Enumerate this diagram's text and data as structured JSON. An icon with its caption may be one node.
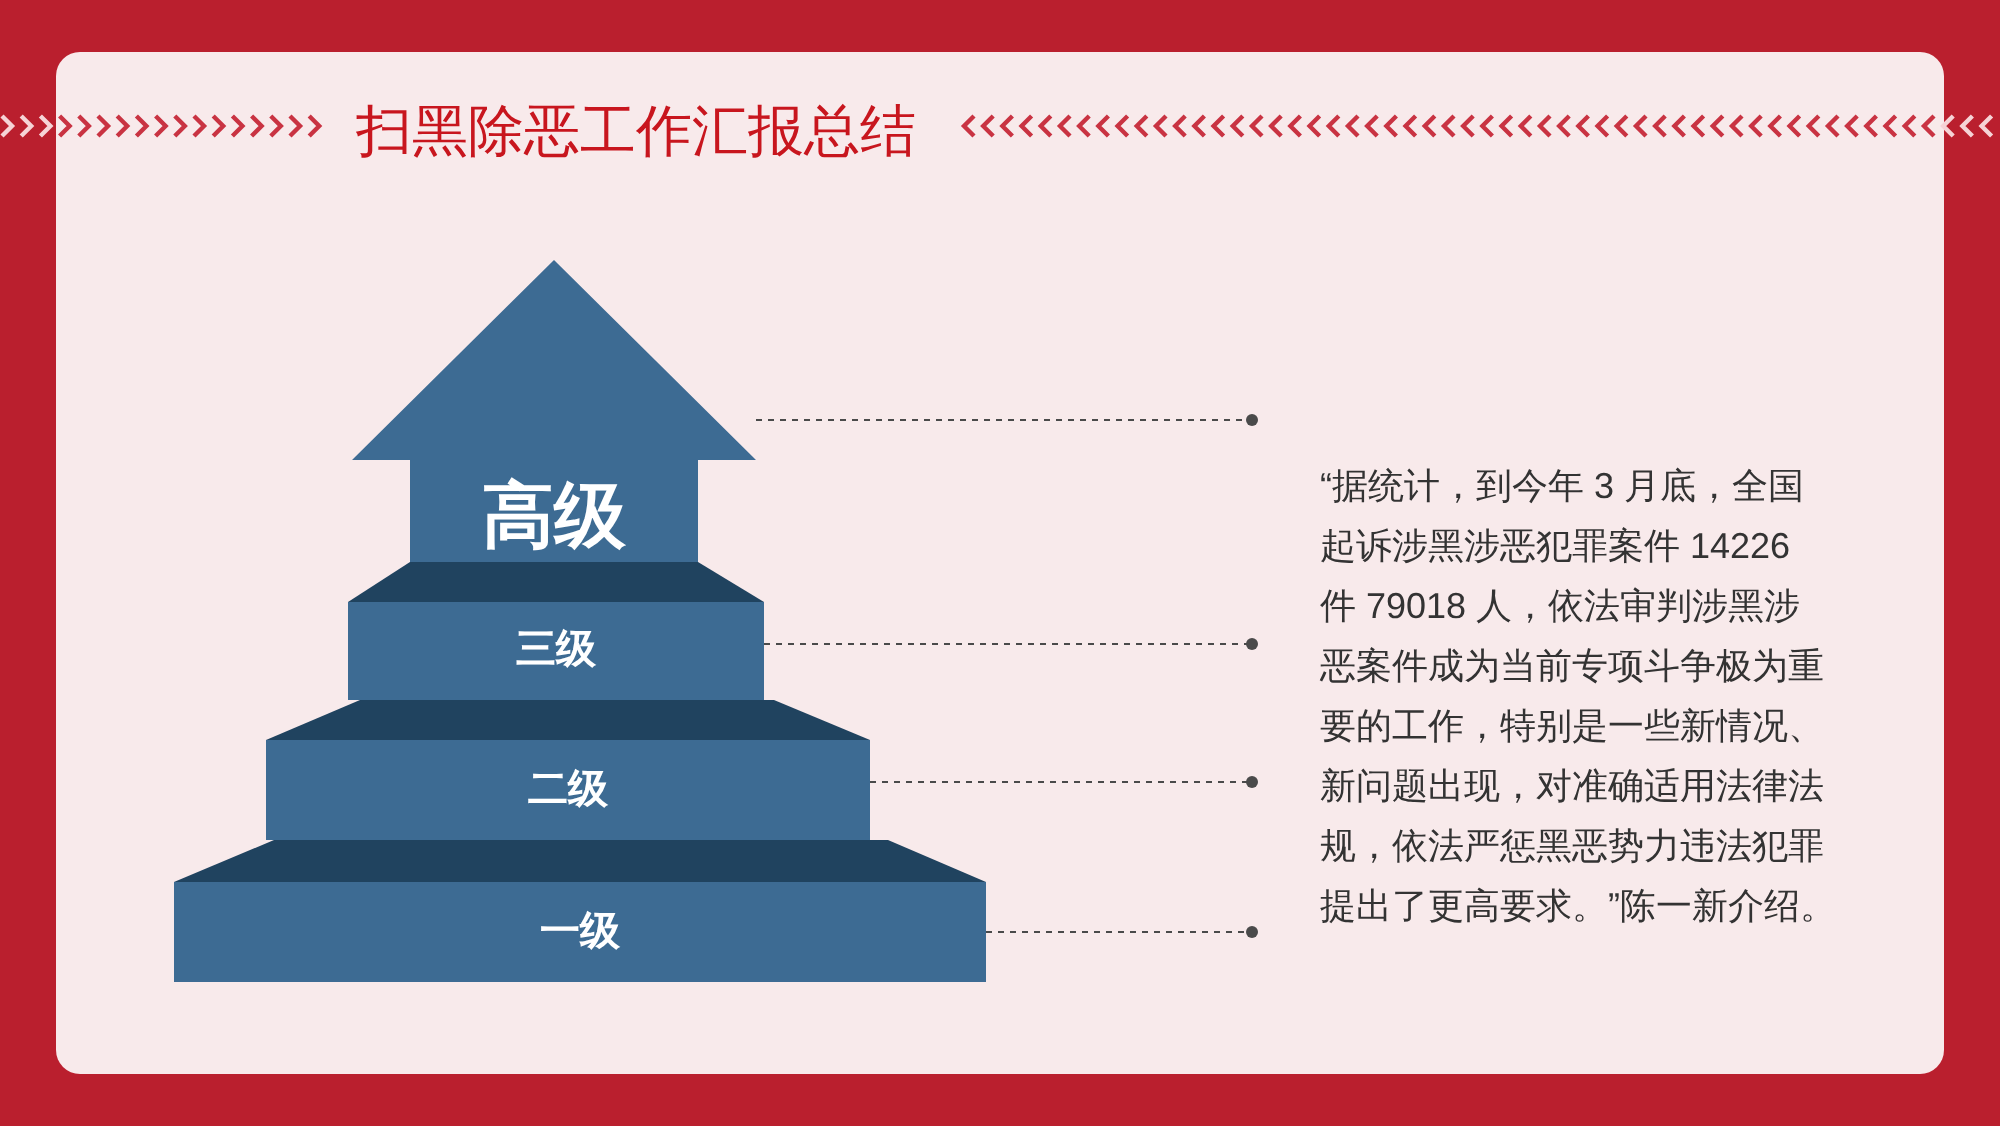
{
  "diagram": {
    "title": "扫黑除恶工作汇报总结",
    "nodes": [
      {
        "text": [
          "高级"
        ]
      },
      {
        "text": [
          "三级"
        ]
      },
      {
        "text": [
          "二级"
        ]
      },
      {
        "text": [
          "一级"
        ]
      }
    ],
    "edges": [
      {
        "from": 0,
        "to": null,
        "arrow": "other",
        "style": "dashed"
      },
      {
        "from": 1,
        "to": null,
        "arrow": "other",
        "style": "dashed"
      },
      {
        "from": 2,
        "to": null,
        "arrow": "other",
        "style": "dashed"
      },
      {
        "from": 3,
        "to": null,
        "arrow": "other",
        "style": "dashed"
      }
    ],
    "labels": [
      "“据统计，到今年 3 月底，全国起诉涉黑涉恶犯罪案件 14226 件 79018 人，依法审判涉黑涉恶案件成为当前专项斗争极为重要的工作，特别是一些新情况、新问题出现，对准确适用法律法规，依法严惩黑恶势力违法犯罪提出了更高要求。”陈一新介绍。"
    ]
  }
}
